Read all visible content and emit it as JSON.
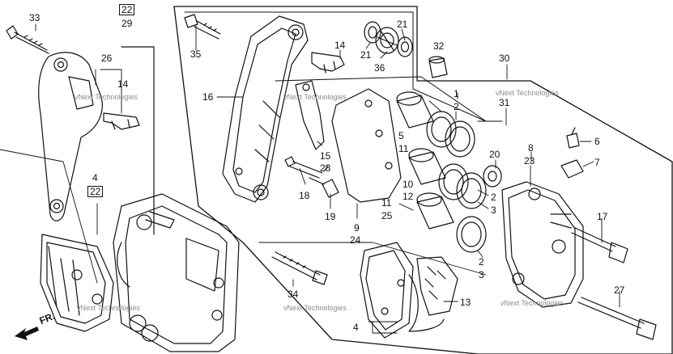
{
  "labels": {
    "p33": "33",
    "p22a": "22",
    "p29": "29",
    "p26": "26",
    "p14a": "14",
    "p4a": "4",
    "p22b": "22",
    "p35": "35",
    "p14b": "14",
    "p21a": "21",
    "p21b": "21",
    "p36": "36",
    "p32": "32",
    "p30": "30",
    "p16": "16",
    "p31": "31",
    "p1": "1",
    "p2a": "2",
    "p5": "5",
    "p11a": "11",
    "p15": "15",
    "p28": "28",
    "p18": "18",
    "p19": "19",
    "p10": "10",
    "p12": "12",
    "p2b": "2",
    "p3a": "3",
    "p11b": "11",
    "p25": "25",
    "p9": "9",
    "p24": "24",
    "p20": "20",
    "p8": "8",
    "p23": "23",
    "p6": "6",
    "p7": "7",
    "p17": "17",
    "p2c": "2",
    "p3b": "3",
    "p34": "34",
    "p13": "13",
    "p4b": "4",
    "p27": "27"
  },
  "watermark": "vNext Technologies",
  "direction": "FR."
}
